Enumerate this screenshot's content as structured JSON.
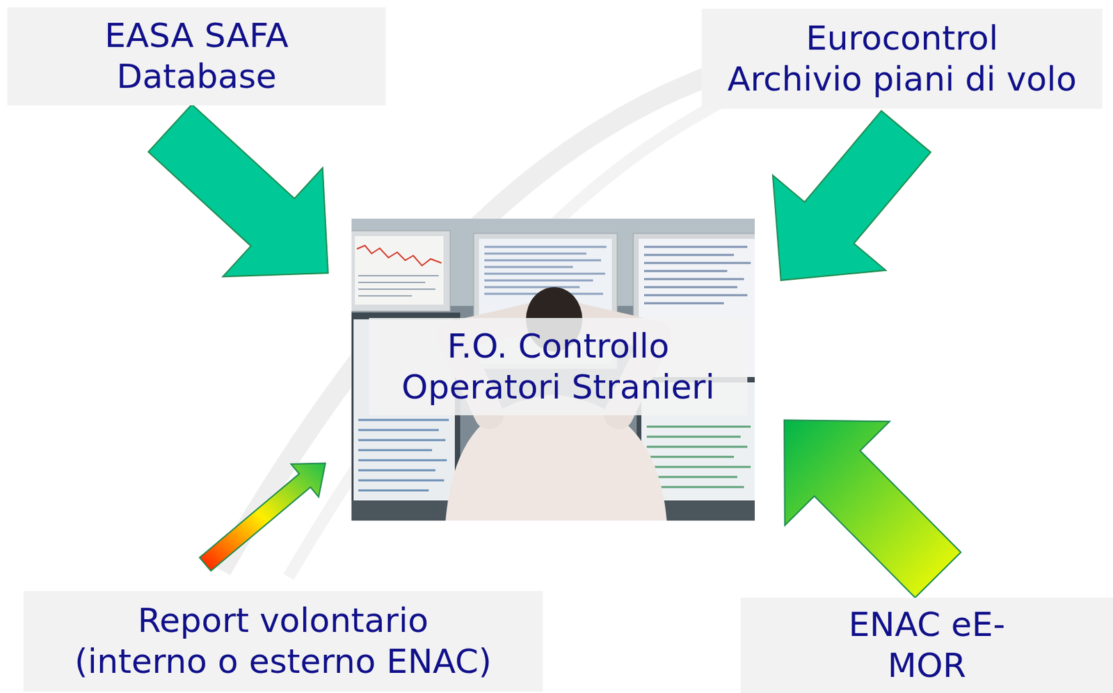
{
  "diagram": {
    "nodes": [
      {
        "text": [
          "EASA SAFA Database"
        ]
      },
      {
        "text": [
          "Eurocontrol",
          "Archivio piani di volo"
        ]
      },
      {
        "text": [
          "F.O. Controllo Operatori Stranieri"
        ]
      },
      {
        "text": [
          "Report volontario",
          "(interno o esterno ENAC)"
        ]
      },
      {
        "text": [
          "ENAC eE-MOR"
        ]
      }
    ],
    "edges": [
      {
        "from": 0,
        "to": 2,
        "arrow": "to"
      },
      {
        "from": 1,
        "to": 2,
        "arrow": "to"
      },
      {
        "from": 3,
        "to": 2,
        "arrow": "to"
      },
      {
        "from": 4,
        "to": 2,
        "arrow": "to"
      }
    ]
  }
}
